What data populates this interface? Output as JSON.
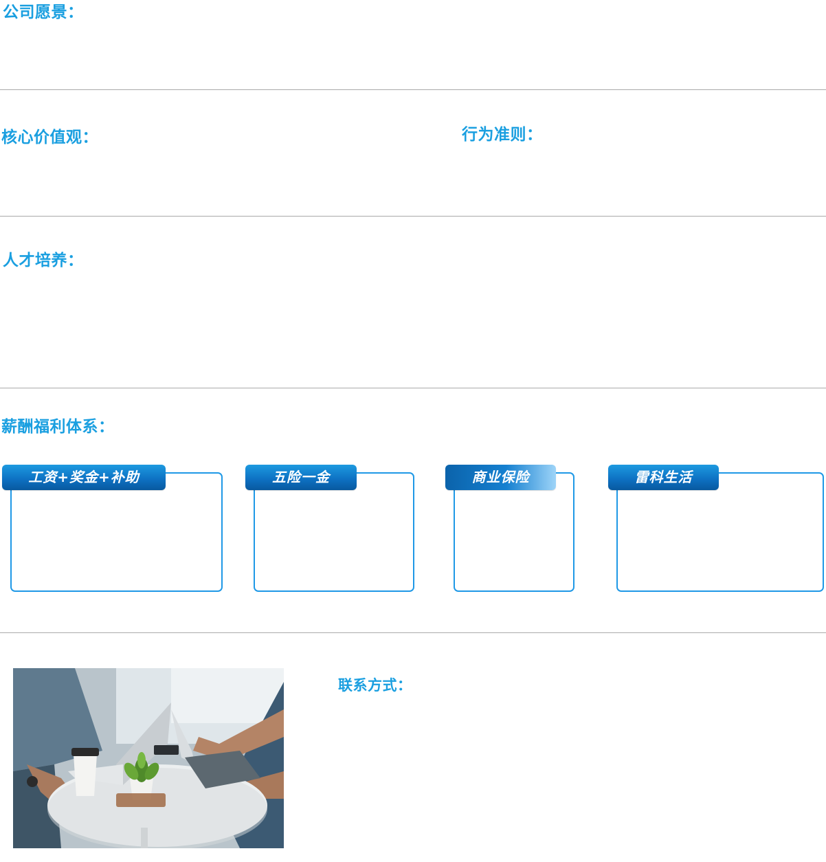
{
  "sections": {
    "vision": {
      "title": "公司愿景："
    },
    "values": {
      "title": "核心价值观："
    },
    "conduct": {
      "title": "行为准则："
    },
    "talent": {
      "title": "人才培养："
    },
    "benefits": {
      "title": "薪酬福利体系：",
      "cards": [
        {
          "label": "工资+奖金+补助"
        },
        {
          "label": "五险一金"
        },
        {
          "label": "商业保险"
        },
        {
          "label": "雷科生活"
        }
      ]
    },
    "contact": {
      "title": "联系方式："
    }
  },
  "colors": {
    "accent": "#1a9fe0",
    "card_border": "#1e98e6",
    "divider": "#a9a9a9"
  }
}
